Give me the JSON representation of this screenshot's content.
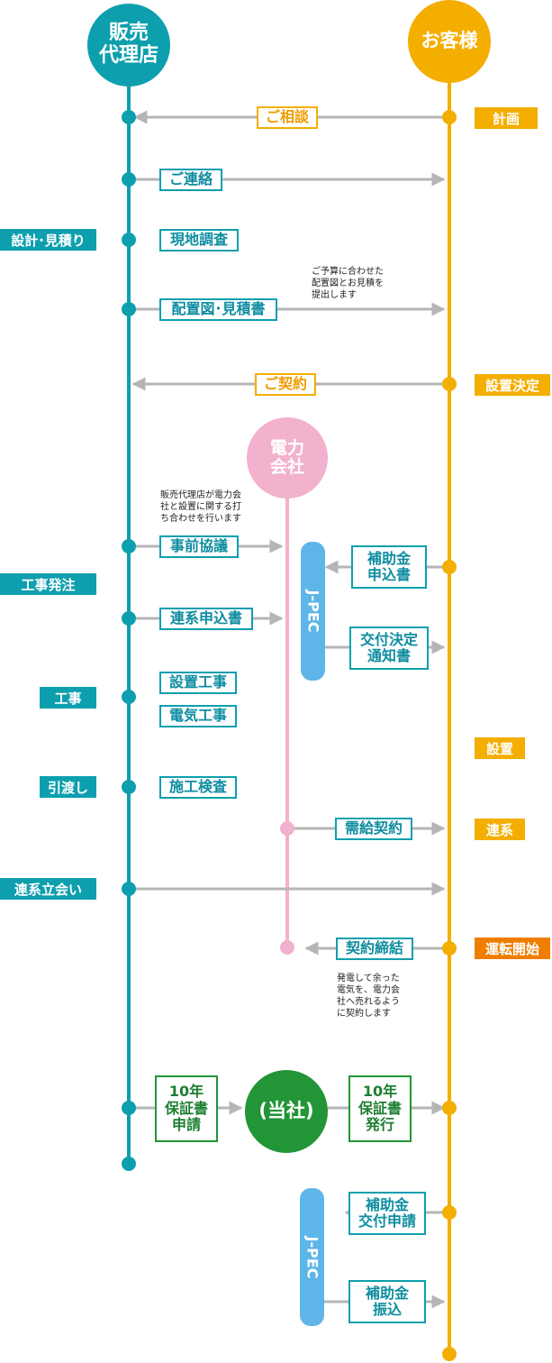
{
  "actors": {
    "dealer": "販売\n代理店",
    "customer": "お客様",
    "power": "電力\n会社",
    "ours": "(当社)"
  },
  "steps": {
    "consult": "ご相談",
    "contact": "ご連絡",
    "survey": "現地調査",
    "layout_quote": "配置図･見積書",
    "contract": "ご契約",
    "prior_consult": "事前協議",
    "grid_app": "連系申込書",
    "install_work": "設置工事",
    "electric_work": "電気工事",
    "inspection": "施工検査",
    "subsidy_app": "補助金\n申込書",
    "grant_notice": "交付決定\n通知書",
    "supply_contract": "需給契約",
    "contract_concluded": "契約締結",
    "warranty_request": "10年\n保証書\n申請",
    "warranty_issue": "10年\n保証書\n発行",
    "subsidy_grant_app": "補助金\n交付申請",
    "subsidy_transfer": "補助金\n振込"
  },
  "dealer_labels": {
    "design": "設計･見積り",
    "order": "工事発注",
    "construction": "工事",
    "handover": "引渡し",
    "witness": "連系立会い"
  },
  "customer_labels": {
    "plan": "計画",
    "decision": "設置決定",
    "install": "設置",
    "grid": "連系",
    "operation": "運転開始"
  },
  "notes": {
    "quote_note": "ご予算に合わせた\n配置図とお見積を\n提出します",
    "consult_note": "販売代理店が電力会\n社と設置に関する打\nち合わせを行います",
    "surplus_note": "発電して余った\n電気を、電力会\n社へ売れるよう\nに契約します"
  },
  "jpec": {
    "upper": "J-PEC",
    "lower": "J-PEC"
  },
  "colors": {
    "dealer": "#0e9fae",
    "customer": "#f4ae00",
    "power": "#f2b1cc",
    "ours": "#229536",
    "jpec": "#5eb5e8",
    "operation_label": "#ef7d00",
    "arrow": "#b5b5b5"
  }
}
